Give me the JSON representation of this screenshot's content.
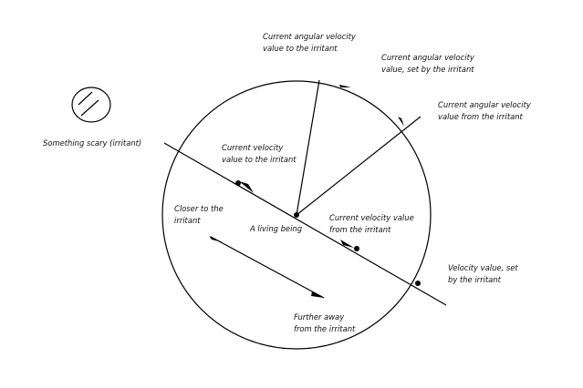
{
  "labels": {
    "irritant": "Something scary (irritant)",
    "angular_to": [
      "Current angular velocity",
      "value to the irritant"
    ],
    "angular_set": [
      "Current angular velocity",
      "value, set by the irritant"
    ],
    "angular_from": [
      "Current angular velocity",
      "value from the irritant"
    ],
    "velocity_to": [
      "Current velocity",
      "value to the irritant"
    ],
    "closer": [
      "Closer to the",
      "irritant"
    ],
    "being": "A living being",
    "velocity_from": [
      "Current velocity value",
      "from the irritant"
    ],
    "velocity_set": [
      "Velocity value, set",
      "by the irritant"
    ],
    "further": [
      "Further away",
      "from the irritant"
    ]
  },
  "colors": {
    "ink": "#000000",
    "background": "#ffffff"
  }
}
